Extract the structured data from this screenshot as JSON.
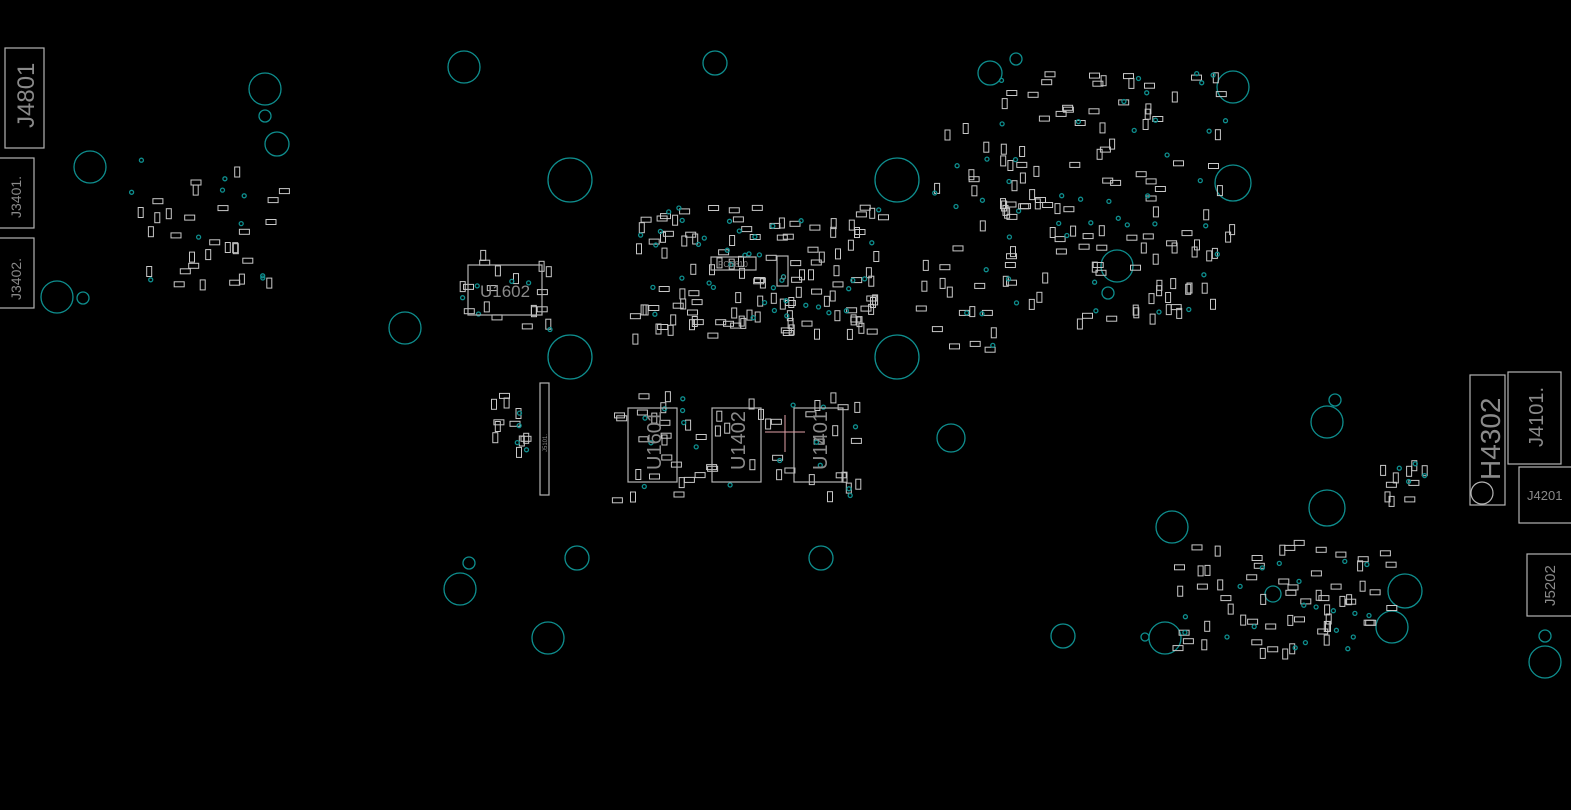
{
  "board": {
    "background_color": "#000000",
    "outline_color": "#b4b4b4",
    "via_color": "#0e8e8e",
    "components": {
      "j4801": "J4801",
      "j3401": "J3401.",
      "j3402": "J3402.",
      "u1602": "U1602",
      "pce8100": "PCE810",
      "c_small": "C",
      "j5101": "J5101.",
      "u1601": "U1601",
      "u1402": "U1402",
      "u1401": "U1401",
      "h4302": "H4302",
      "j4101": "J4101.",
      "j4201": "J4201",
      "j5202": "J5202"
    }
  }
}
